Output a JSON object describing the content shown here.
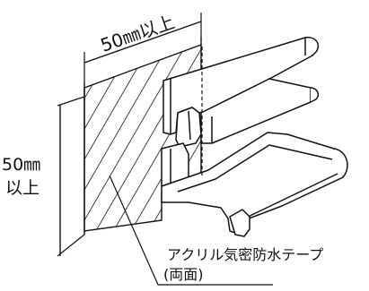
{
  "diagram": {
    "dim_top": "50㎜以上",
    "dim_left_value": "50㎜",
    "dim_left_suffix": "以上",
    "tape_label": "アクリル気密防水テープ",
    "tape_sub": "(両面)"
  }
}
